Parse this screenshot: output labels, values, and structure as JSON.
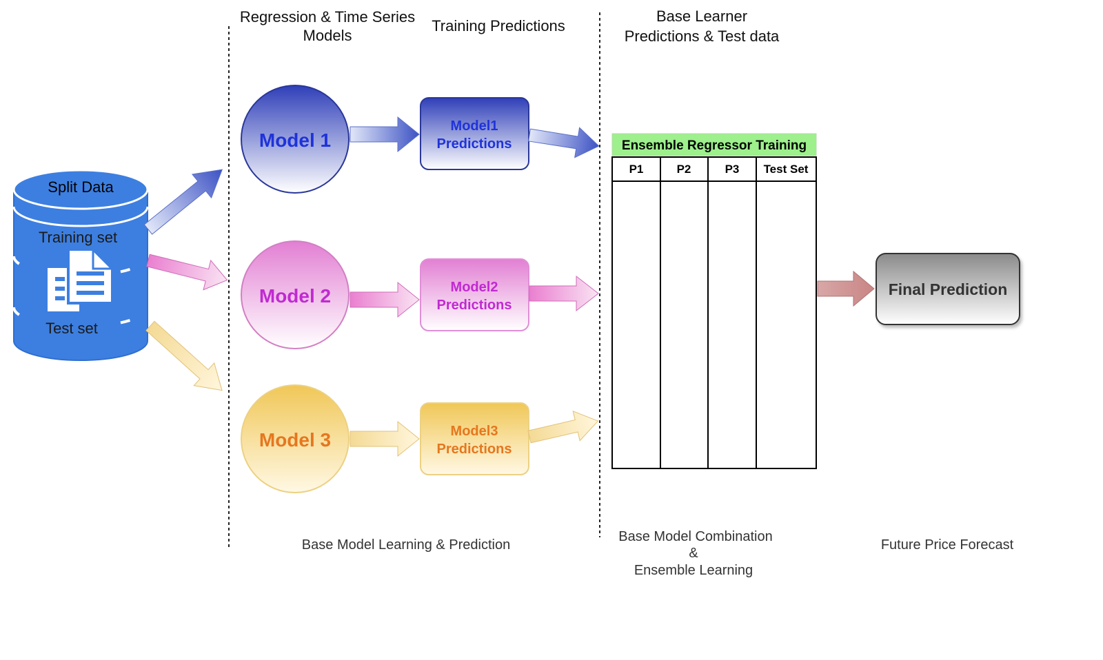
{
  "headers": {
    "models_line1": "Regression & Time Series",
    "models_line2": "Models",
    "training_predictions": "Training Predictions",
    "base_learner_line1": "Base Learner",
    "base_learner_line2": "Predictions & Test data"
  },
  "database": {
    "title": "Split Data",
    "training_label": "Training set",
    "test_label": "Test set",
    "color": "#3d7fe0",
    "icon": "documents-icon"
  },
  "models": [
    {
      "label": "Model 1",
      "prediction_line1": "Model1",
      "prediction_line2": "Predictions",
      "color": "#2f3fb8",
      "text_color": "#1f33d9"
    },
    {
      "label": "Model 2",
      "prediction_line1": "Model2",
      "prediction_line2": "Predictions",
      "color": "#e58ed6",
      "text_color": "#c02ad1"
    },
    {
      "label": "Model 3",
      "prediction_line1": "Model3",
      "prediction_line2": "Predictions",
      "color": "#f3d27a",
      "text_color": "#e5771f"
    }
  ],
  "ensemble_table": {
    "title": "Ensemble Regressor Training",
    "title_bg": "#9df08c",
    "columns": [
      "P1",
      "P2",
      "P3",
      "Test Set"
    ]
  },
  "final": {
    "label": "Final Prediction"
  },
  "stage_captions": {
    "base_model": "Base Model Learning & Prediction",
    "combination_line1": "Base Model Combination",
    "combination_line2": "&",
    "combination_line3": "Ensemble Learning",
    "forecast": "Future Price Forecast"
  }
}
